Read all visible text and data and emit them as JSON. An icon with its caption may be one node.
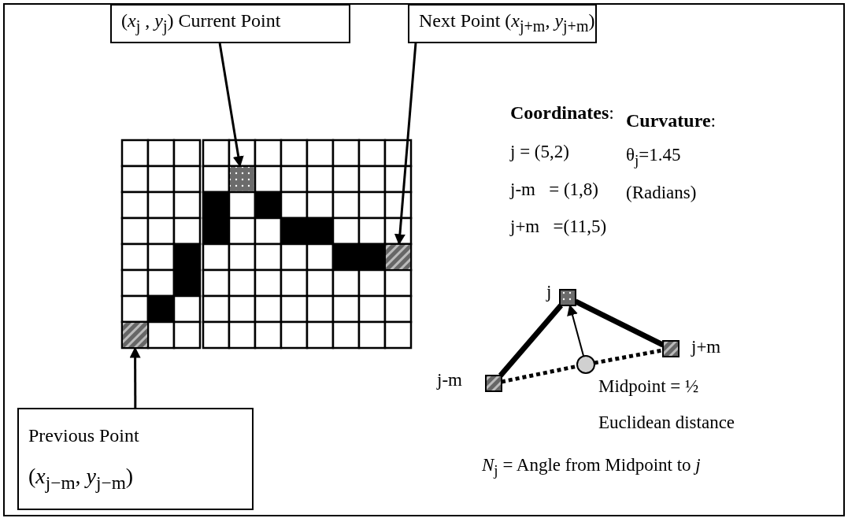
{
  "diagram": {
    "nodes": [
      {
        "text": [
          "(*x*$_{j}$ , *y*$_{j}$) Current Point"
        ]
      },
      {
        "text": [
          "Next Point  (*x*$_{j+m}$, *y*$_{j+m}$)"
        ]
      },
      {
        "text": [
          "Previous Point",
          "(*x*$_{j−m}$, *y*$_{j−m}$)"
        ]
      },
      {
        "text": [],
        "shape": "box"
      },
      {
        "text": [],
        "shape": "box"
      },
      {
        "text": [],
        "shape": "box"
      },
      {
        "text": [],
        "shape": "box",
        "beside": [
          "j"
        ]
      },
      {
        "text": [],
        "shape": "box",
        "beside": [
          "j+m"
        ]
      },
      {
        "text": [],
        "shape": "box",
        "beside": [
          "j-m"
        ]
      },
      {
        "text": [],
        "shape": "circle",
        "beside": [
          "Midpoint = ½ Euclidean distance"
        ]
      }
    ],
    "edges": [
      {
        "from": 0,
        "to": 3,
        "arrow": "to"
      },
      {
        "from": 1,
        "to": 4,
        "arrow": "to"
      },
      {
        "from": 2,
        "to": 5,
        "arrow": "to"
      },
      {
        "from": 8,
        "to": 6,
        "arrow": "none",
        "style": "thick"
      },
      {
        "from": 6,
        "to": 7,
        "arrow": "none",
        "style": "thick"
      },
      {
        "from": 8,
        "to": 9,
        "arrow": "none",
        "style": "dashed"
      },
      {
        "from": 9,
        "to": 7,
        "arrow": "none",
        "style": "dashed"
      },
      {
        "from": 9,
        "to": 6,
        "arrow": "to"
      }
    ],
    "labels": [
      "**Coordinates**:",
      "**Curvature**:",
      "j = (5,2)",
      "θ$_{j}$=1.45",
      "j-m   = (1,8)",
      "(Radians)",
      "j+m   =(11,5)",
      "*N*$_{j}$ = Angle from Midpoint to *j*"
    ]
  }
}
